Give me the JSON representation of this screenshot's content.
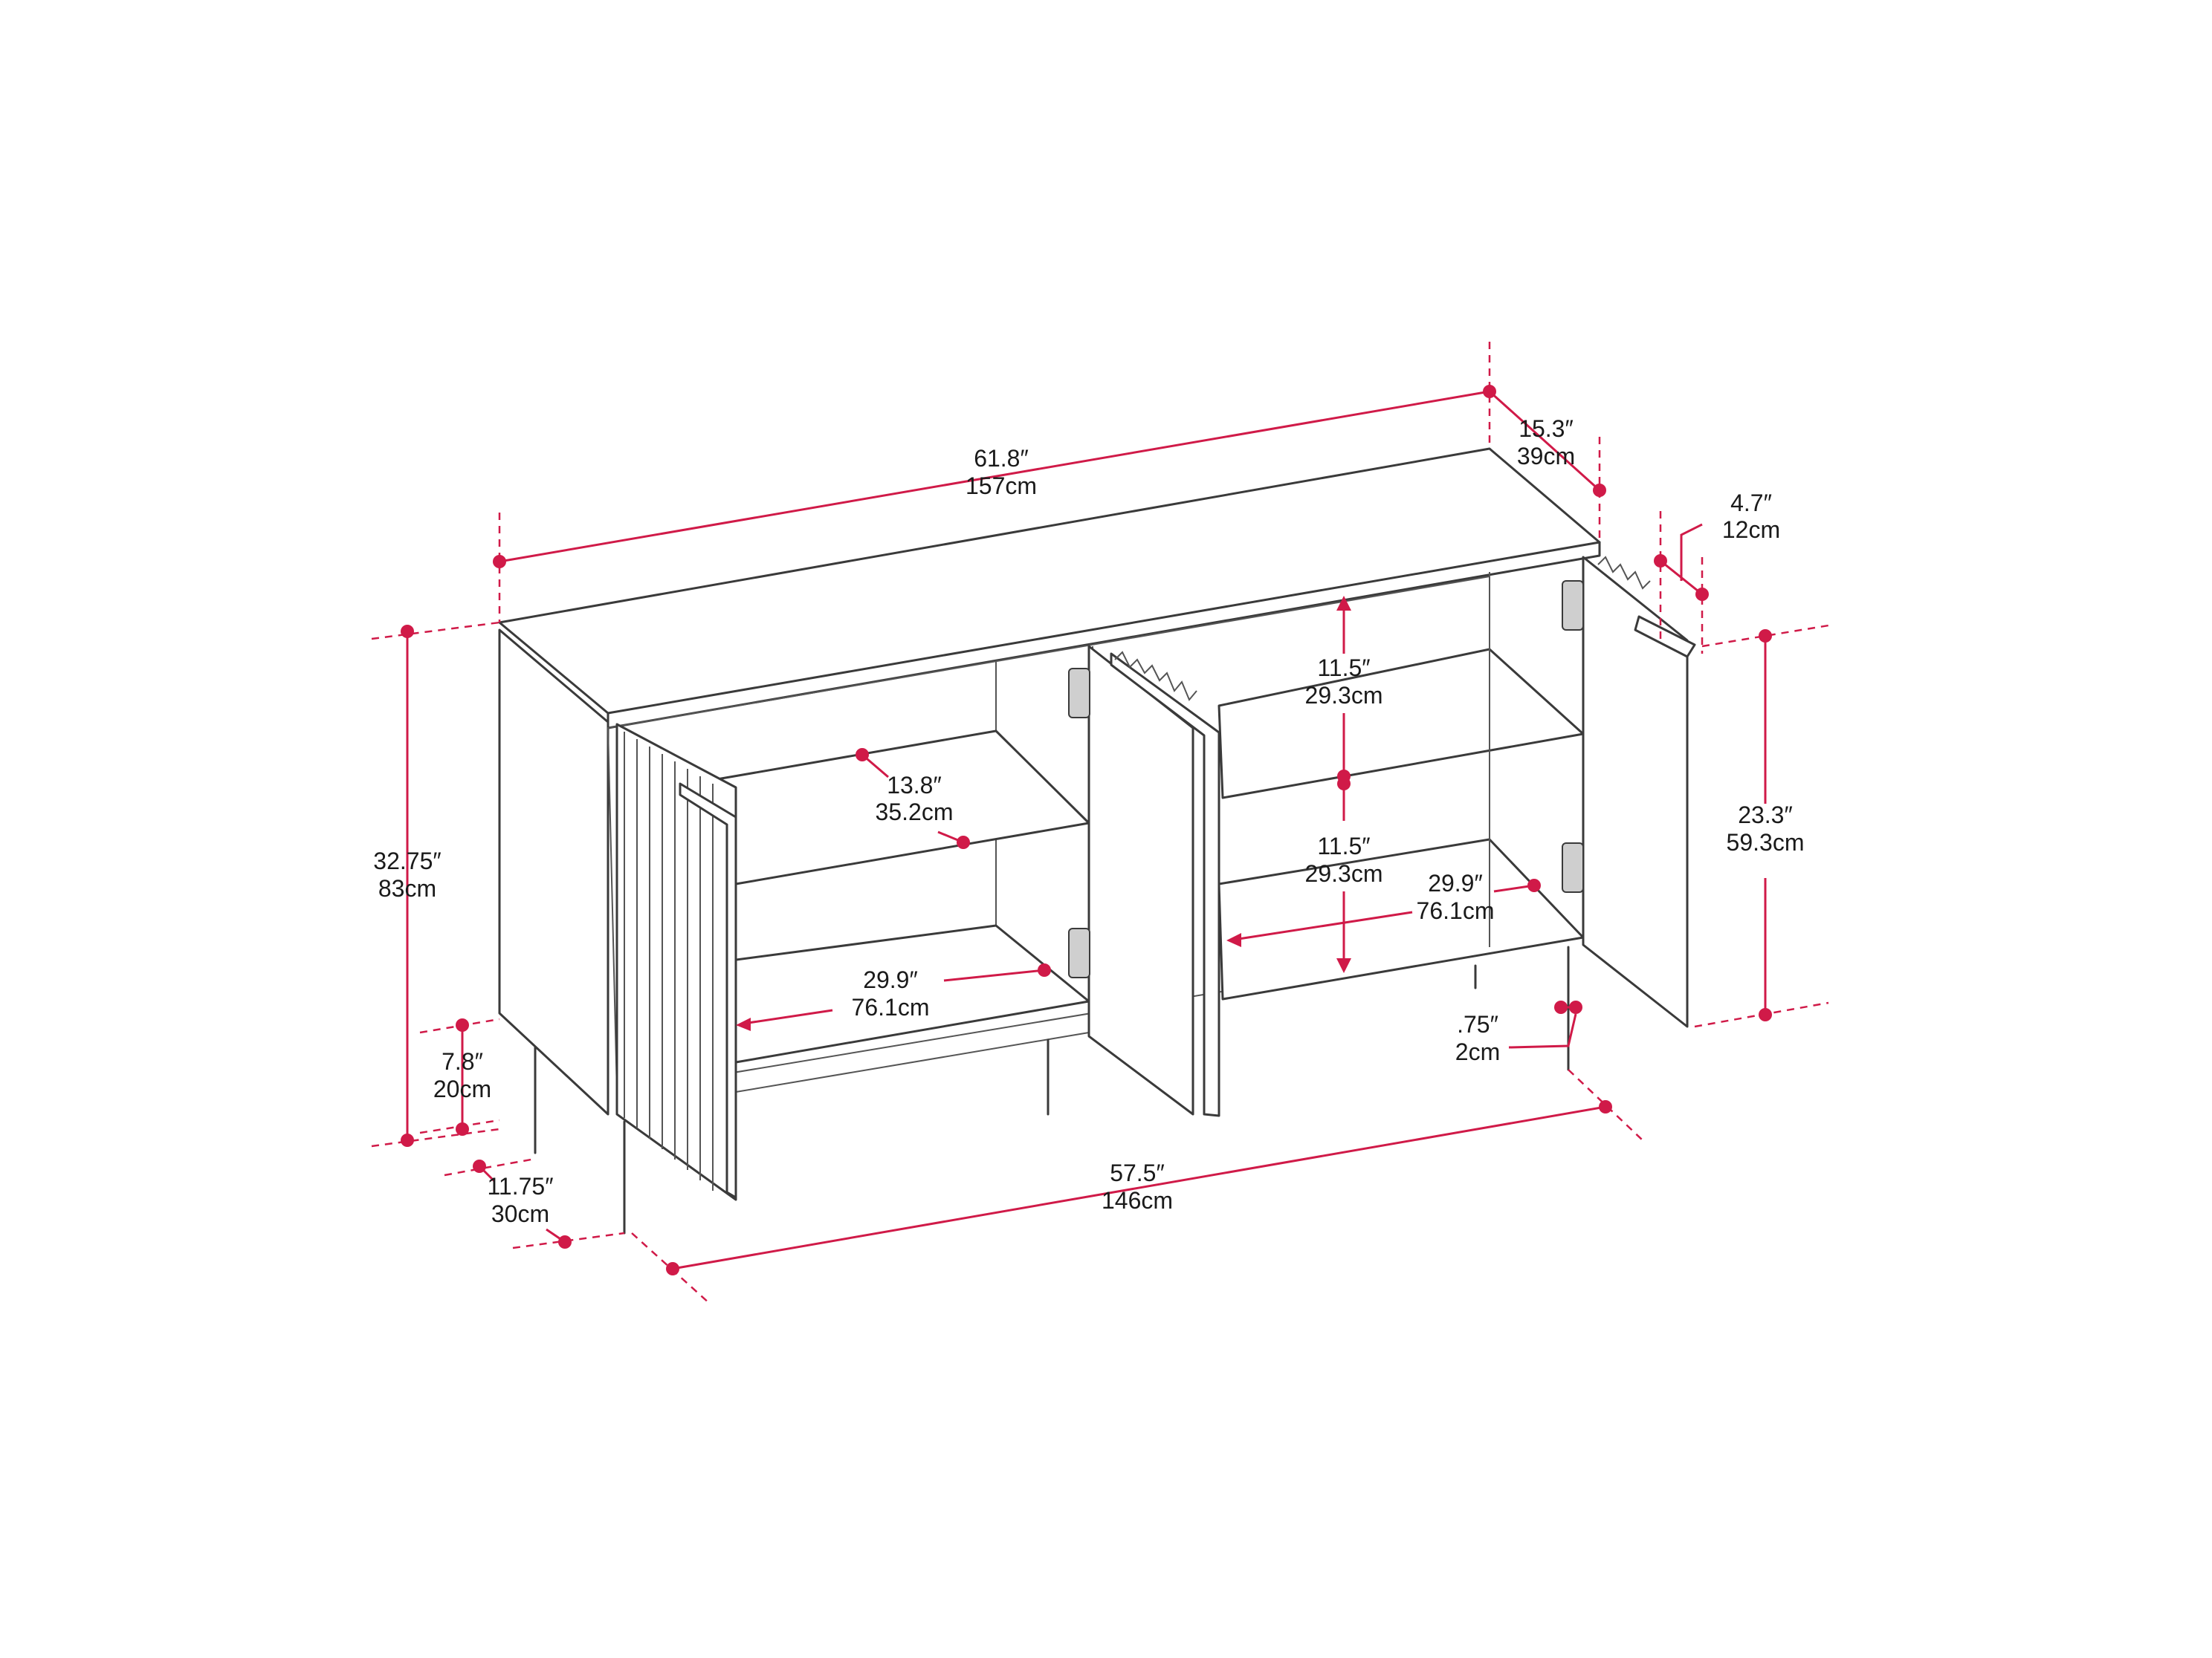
{
  "dimensions": {
    "width_total": {
      "in": "61.8″",
      "cm": "157cm"
    },
    "depth_top": {
      "in": "15.3″",
      "cm": "39cm"
    },
    "door_thickness": {
      "in": "4.7″",
      "cm": "12cm"
    },
    "height_total": {
      "in": "32.75″",
      "cm": "83cm"
    },
    "leg_height": {
      "in": "7.8″",
      "cm": "20cm"
    },
    "leg_inset": {
      "in": "11.75″",
      "cm": "30cm"
    },
    "width_base": {
      "in": "57.5″",
      "cm": "146cm"
    },
    "shelf_depth": {
      "in": "13.8″",
      "cm": "35.2cm"
    },
    "interior_width_left": {
      "in": "29.9″",
      "cm": "76.1cm"
    },
    "upper_shelf_height": {
      "in": "11.5″",
      "cm": "29.3cm"
    },
    "lower_shelf_height": {
      "in": "11.5″",
      "cm": "29.3cm"
    },
    "interior_width_right": {
      "in": "29.9″",
      "cm": "76.1cm"
    },
    "door_height": {
      "in": "23.3″",
      "cm": "59.3cm"
    },
    "leg_diameter": {
      "in": ".75″",
      "cm": "2cm"
    }
  },
  "colors": {
    "dimension": "#d01a48",
    "lineart": "#3a3a3a"
  }
}
